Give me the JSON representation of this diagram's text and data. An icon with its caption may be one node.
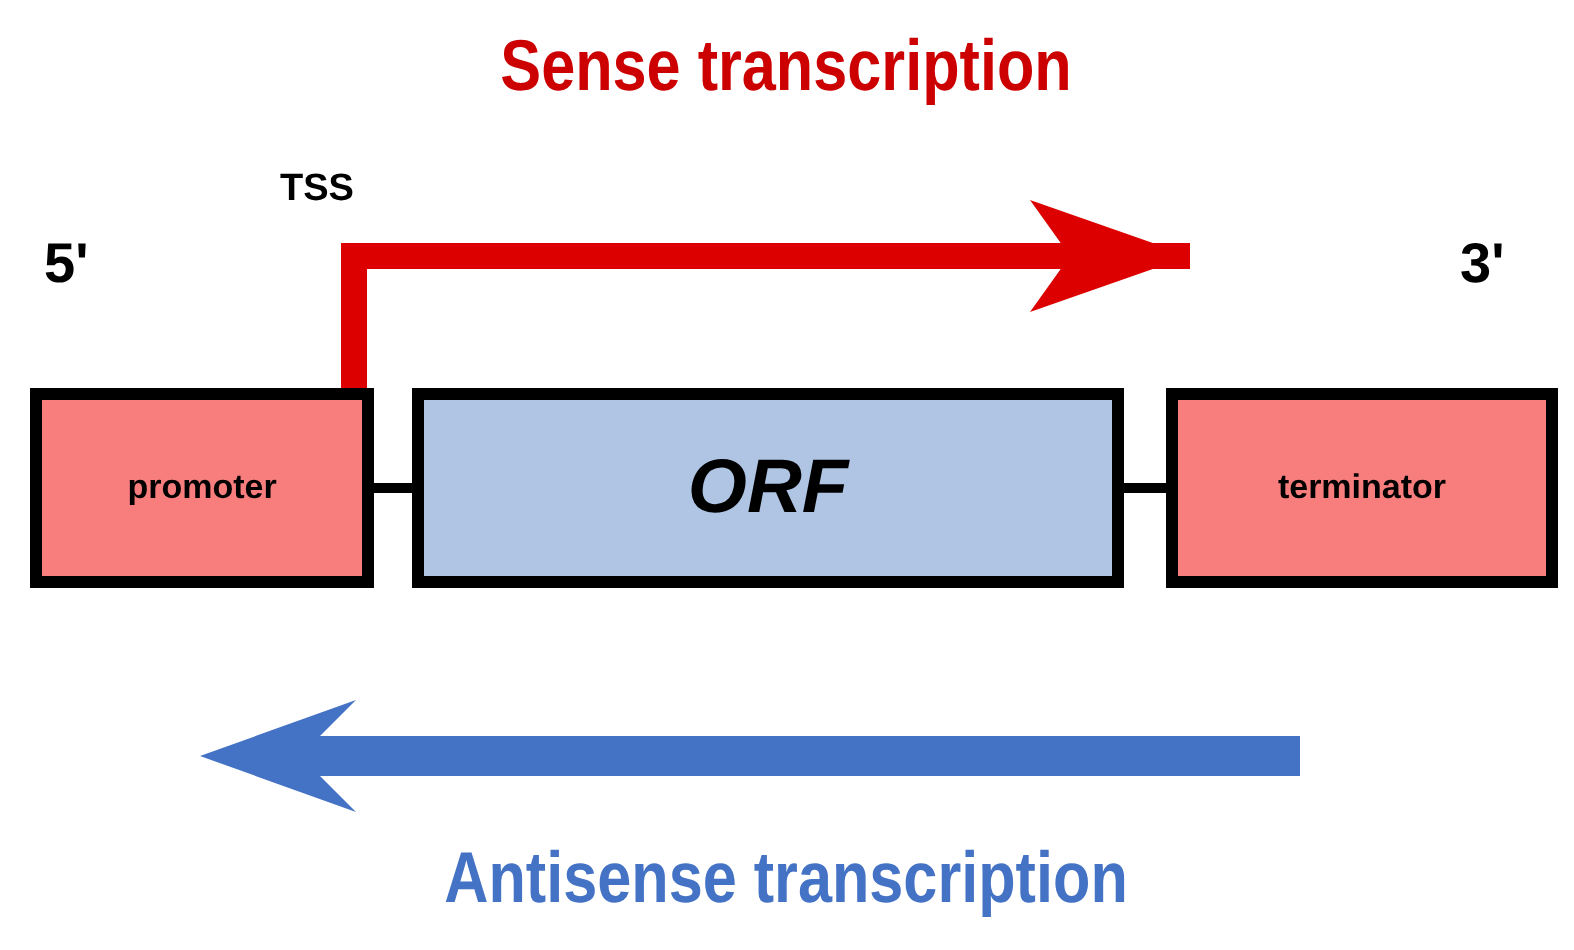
{
  "diagram": {
    "nodes": [
      {
        "text": [
          "promoter"
        ]
      },
      {
        "text": [
          "ORF"
        ]
      },
      {
        "text": [
          "terminator"
        ]
      }
    ],
    "edges": [
      {
        "from": 0,
        "to": 1,
        "arrow": "none"
      },
      {
        "from": 1,
        "to": 2,
        "arrow": "none"
      },
      {
        "from": 0,
        "to": null,
        "arrow": "to",
        "style": "thick",
        "color": "#dd0000"
      }
    ],
    "labels": [
      "Sense transcription",
      "TSS",
      "5'",
      "3'",
      "Antisense transcription"
    ]
  }
}
